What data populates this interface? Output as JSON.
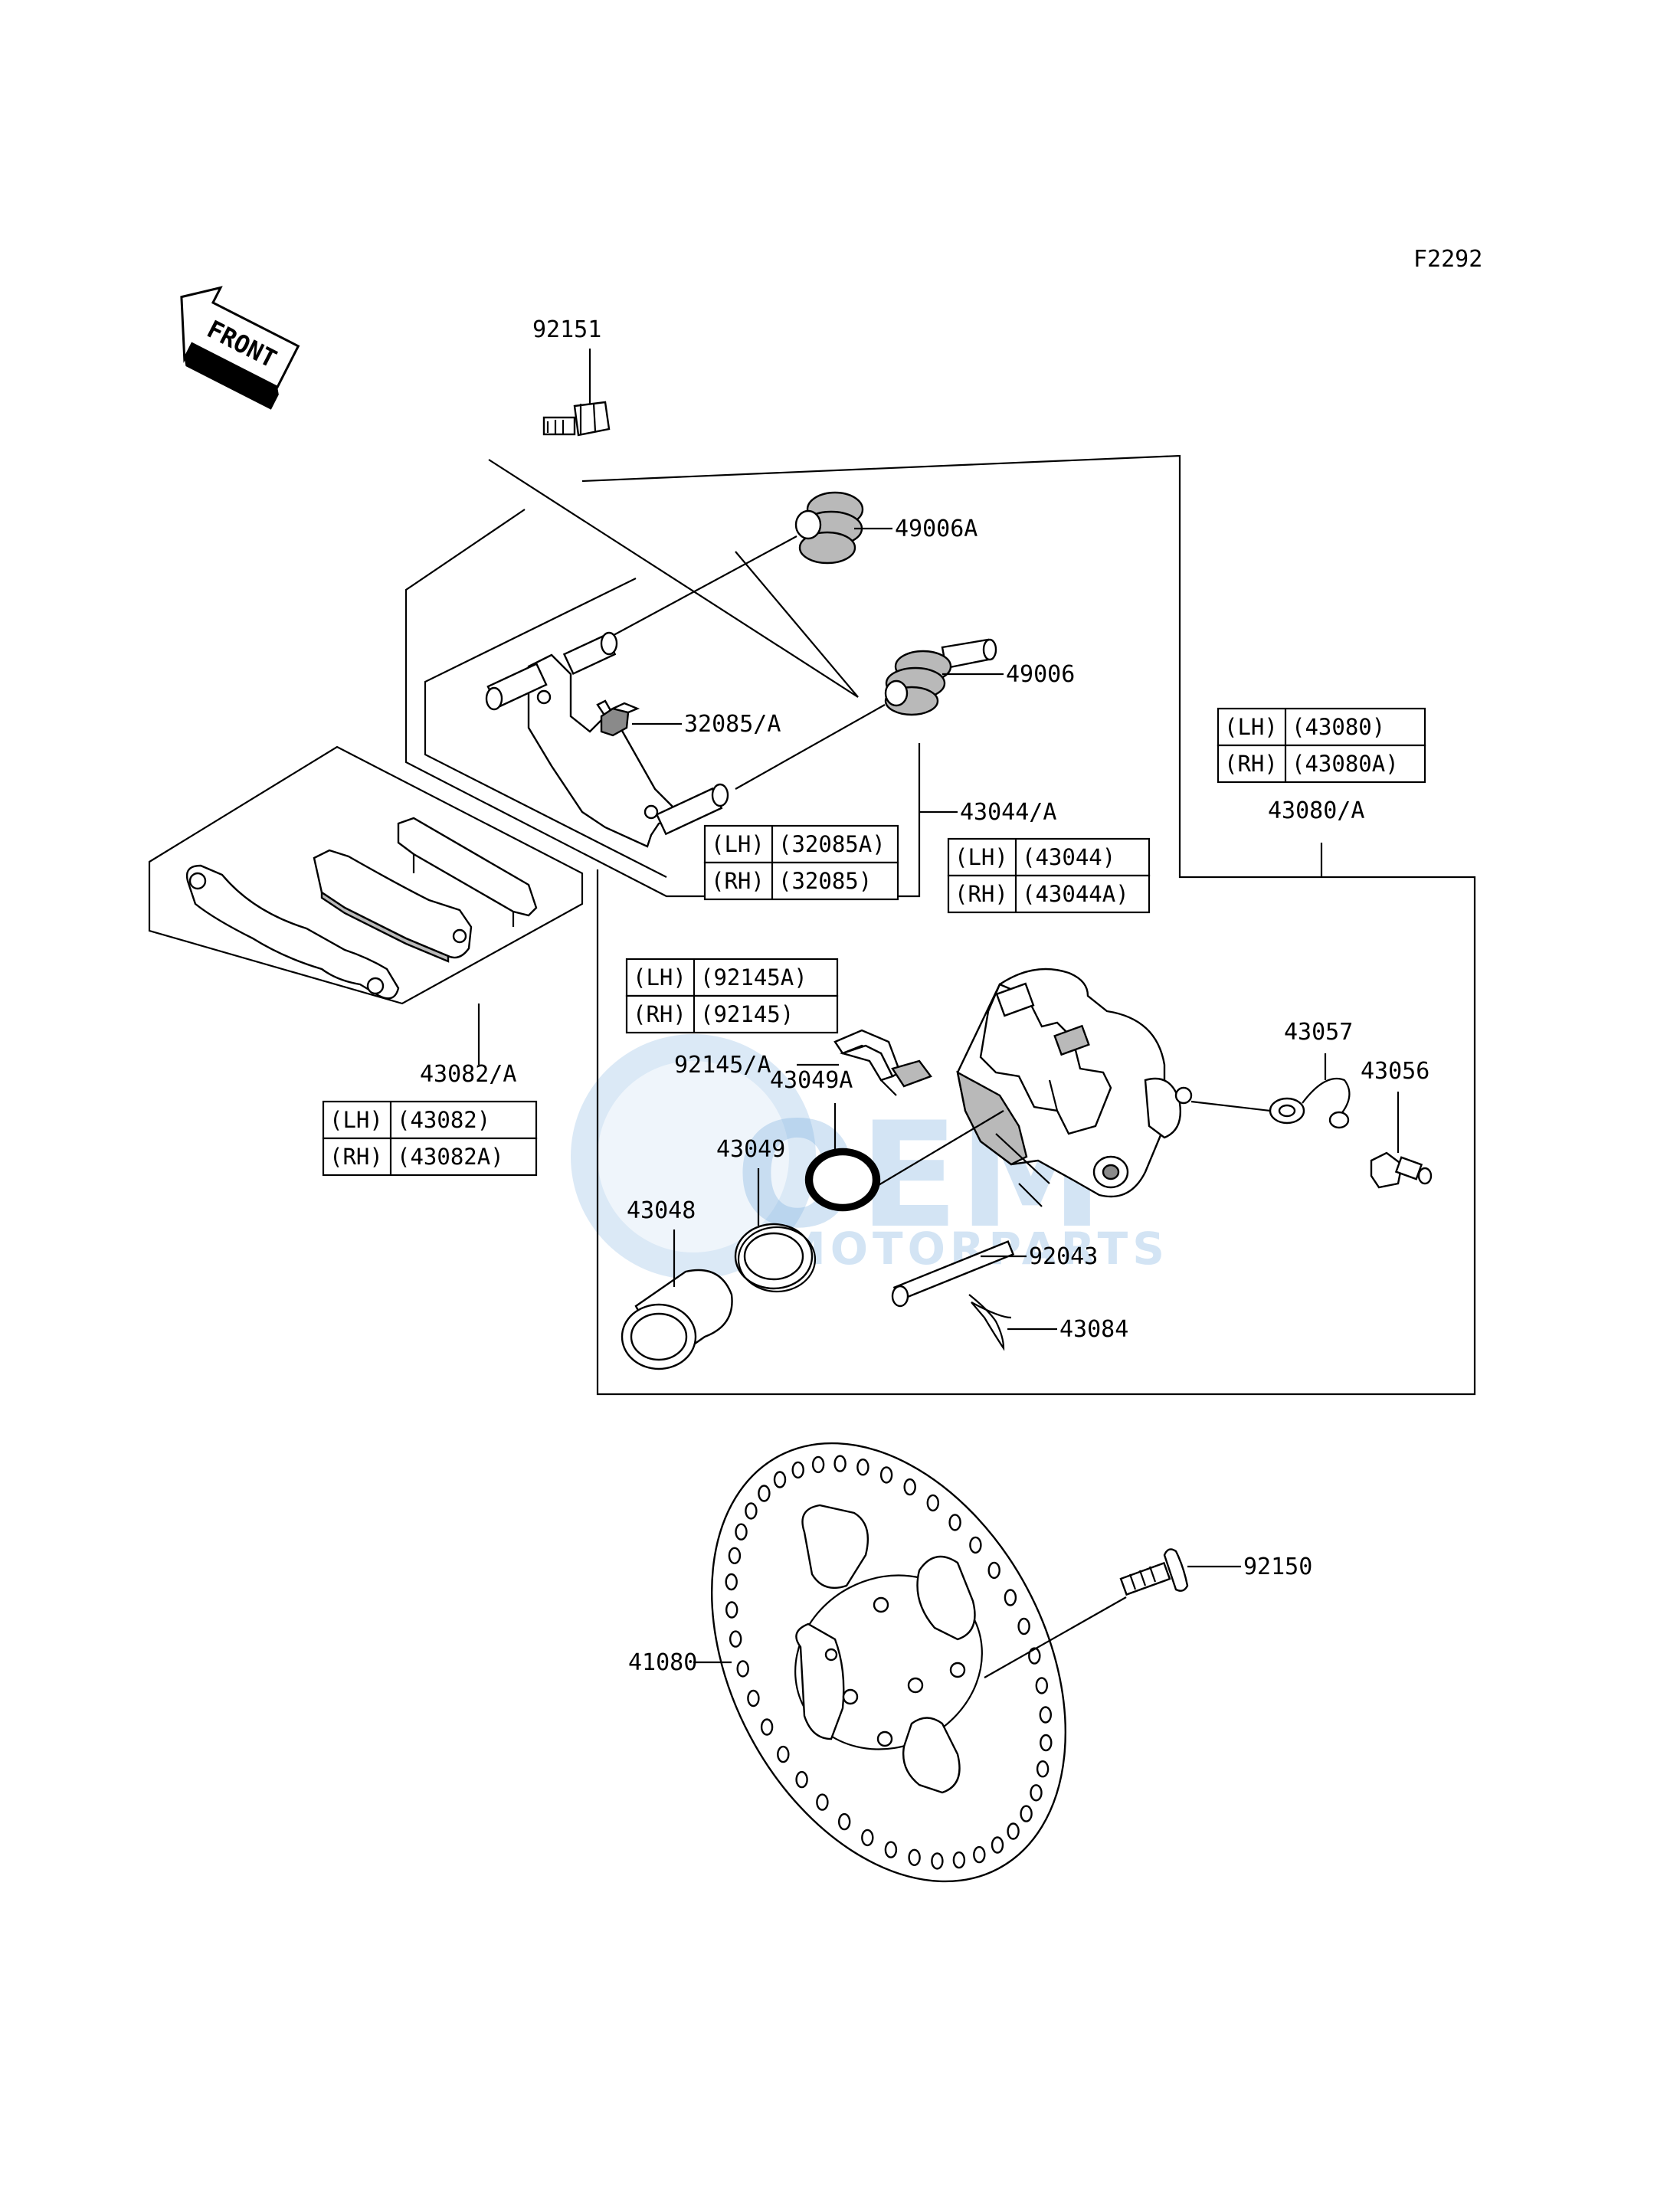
{
  "figure_code": "F2292",
  "front_label": "FRONT",
  "watermark": {
    "line1": "OEM",
    "line2": "MOTORPARTS"
  },
  "labels": {
    "p92151": "92151",
    "p49006A": "49006A",
    "p49006": "49006",
    "p32085A": "32085/A",
    "p43044A": "43044/A",
    "p43080A": "43080/A",
    "p43082A": "43082/A",
    "p92145A": "92145/A",
    "p43049A": "43049A",
    "p43049": "43049",
    "p43048": "43048",
    "p43057": "43057",
    "p43056": "43056",
    "p92043": "92043",
    "p43084": "43084",
    "p92150": "92150",
    "p41080": "41080"
  },
  "variant_tables": {
    "t32085": [
      {
        "side": "(LH)",
        "part": "(32085A)"
      },
      {
        "side": "(RH)",
        "part": "(32085)"
      }
    ],
    "t43044": [
      {
        "side": "(LH)",
        "part": "(43044)"
      },
      {
        "side": "(RH)",
        "part": "(43044A)"
      }
    ],
    "t43080": [
      {
        "side": "(LH)",
        "part": "(43080)"
      },
      {
        "side": "(RH)",
        "part": "(43080A)"
      }
    ],
    "t92145": [
      {
        "side": "(LH)",
        "part": "(92145A)"
      },
      {
        "side": "(RH)",
        "part": "(92145)"
      }
    ],
    "t43082": [
      {
        "side": "(LH)",
        "part": "(43082)"
      },
      {
        "side": "(RH)",
        "part": "(43082A)"
      }
    ]
  }
}
